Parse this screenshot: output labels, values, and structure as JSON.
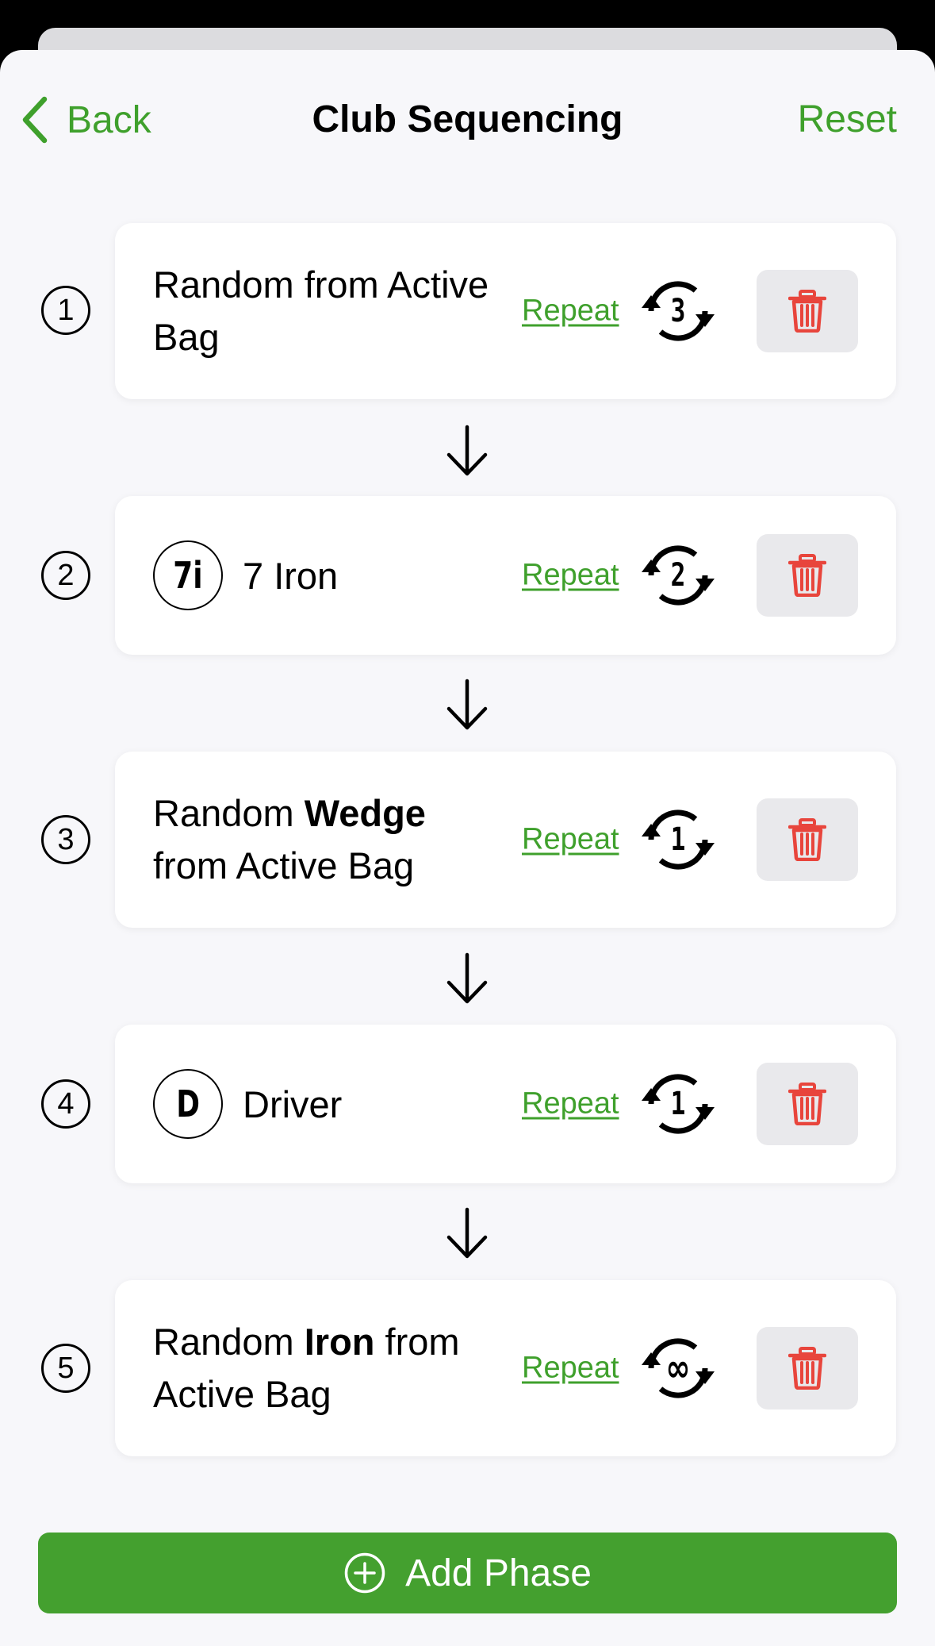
{
  "nav": {
    "back_label": "Back",
    "title": "Club Sequencing",
    "reset_label": "Reset"
  },
  "phases": [
    {
      "index": "1",
      "text_parts": [
        "Random from Active Bag"
      ],
      "club_badge": null,
      "repeat_label": "Repeat",
      "repeat_count": "3"
    },
    {
      "index": "2",
      "club_badge": "7i",
      "club_label": "7 Iron",
      "repeat_label": "Repeat",
      "repeat_count": "2"
    },
    {
      "index": "3",
      "text_parts": [
        "Random ",
        "Wedge",
        " from Active Bag"
      ],
      "repeat_label": "Repeat",
      "repeat_count": "1"
    },
    {
      "index": "4",
      "club_badge": "D",
      "club_label": "Driver",
      "repeat_label": "Repeat",
      "repeat_count": "1"
    },
    {
      "index": "5",
      "text_parts": [
        "Random ",
        "Iron",
        " from Active Bag"
      ],
      "repeat_label": "Repeat",
      "repeat_count": "∞"
    }
  ],
  "add_phase_label": "Add Phase",
  "icons": {
    "back": "chevron-left-icon",
    "repeat": "repeat-cycle-icon",
    "delete": "trash-icon",
    "flow": "arrow-down-icon",
    "add": "plus-circle-icon"
  },
  "colors": {
    "accent": "#3fa02c",
    "button": "#44a02f",
    "delete": "#e8453c",
    "background": "#f7f7fa",
    "card": "#ffffff"
  }
}
